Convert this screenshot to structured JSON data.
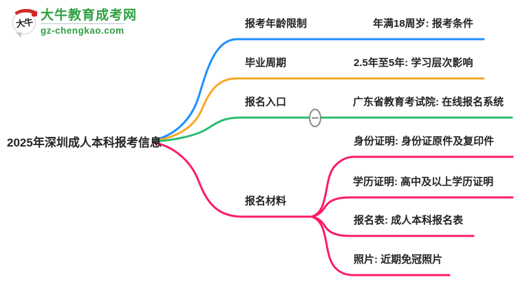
{
  "logo": {
    "icon_text": "大牛",
    "title": "大牛教育成考网",
    "subtitle": "gz-chengkao.com",
    "brand_color": "#2f9e41",
    "accent_red": "#cf2a27"
  },
  "root": {
    "label": "2025年深圳成人本科报考信息"
  },
  "controls": {
    "collapse_symbol": "minus",
    "collapse_color": "#8a8a8a"
  },
  "branches": [
    {
      "label": "报考年龄限制",
      "color": "#1f8fff",
      "children": [
        {
          "label": "年满18周岁: 报考条件"
        }
      ]
    },
    {
      "label": "毕业周期",
      "color": "#f7a823",
      "children": [
        {
          "label": "2.5年至5年: 学习层次影响"
        }
      ]
    },
    {
      "label": "报名入口",
      "color": "#2abd6f",
      "children": [
        {
          "label": "广东省教育考试院: 在线报名系统"
        }
      ]
    },
    {
      "label": "报名材料",
      "color": "#fc1a6b",
      "children": [
        {
          "label": "身份证明: 身份证原件及复印件"
        },
        {
          "label": "学历证明: 高中及以上学历证明"
        },
        {
          "label": "报名表: 成人本科报名表"
        },
        {
          "label": "照片: 近期免冠照片"
        }
      ]
    }
  ]
}
